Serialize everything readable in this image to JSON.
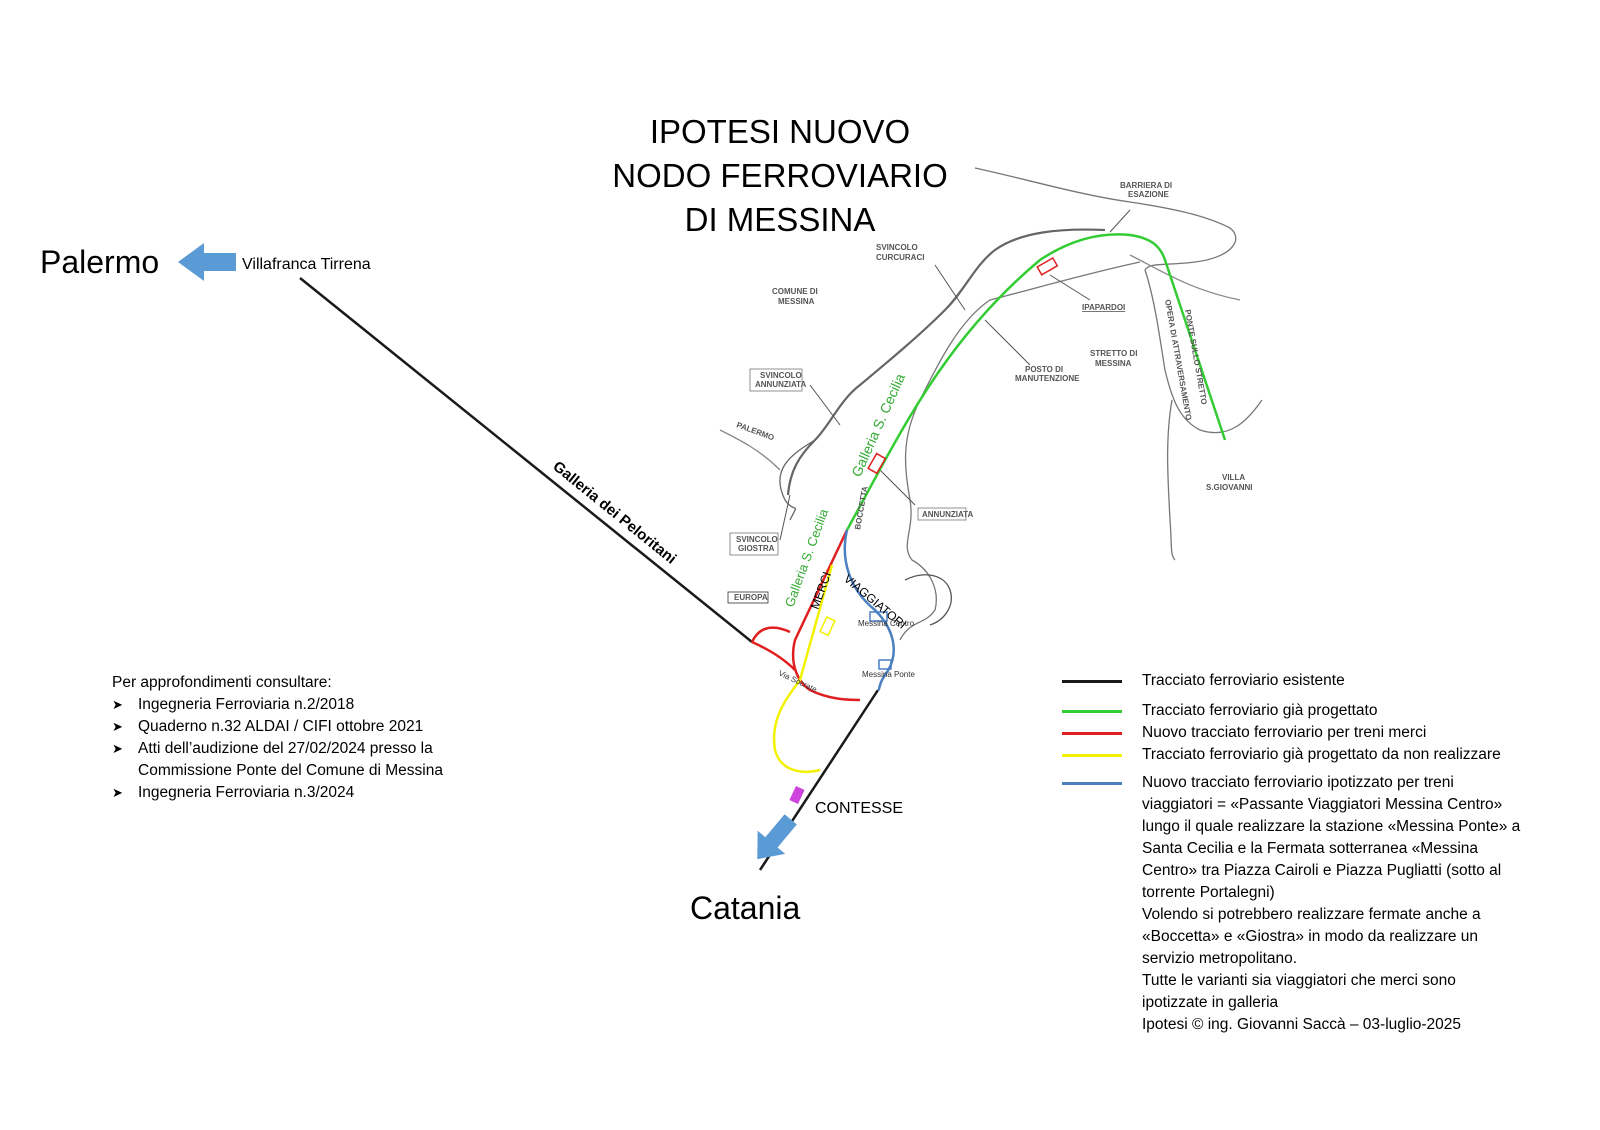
{
  "title": {
    "line1": "IPOTESI NUOVO",
    "line2": "NODO FERROVIARIO",
    "line3": "DI MESSINA"
  },
  "places": {
    "palermo": "Palermo",
    "villafranca": "Villafranca Tirrena",
    "catania": "Catania",
    "contesse": "CONTESSE"
  },
  "track_labels": {
    "galleria_peloritani": "Galleria dei Peloritani",
    "galleria_cecilia_upper": "Galleria S. Cecilia",
    "galleria_cecilia_lower": "Galleria S. Cecilia",
    "merci": "MERCI",
    "viaggiatori": "VIAGGIATORI",
    "messina_centro": "Messina Centro",
    "messina_ponte": "Messina Ponte",
    "via_socrate": "Via Socrate"
  },
  "map_labels": {
    "comune_1": "COMUNE DI",
    "comune_2": "MESSINA",
    "svincolo_curcuraci_1": "SVINCOLO",
    "svincolo_curcuraci_2": "CURCURACI",
    "barriera_1": "BARRIERA DI",
    "barriera_2": "ESAZIONE",
    "ipapardoi": "IPAPARDOI",
    "posto_1": "POSTO DI",
    "posto_2": "MANUTENZIONE",
    "stretto_1": "STRETTO DI",
    "stretto_2": "MESSINA",
    "svincolo_annunziata_1": "SVINCOLO",
    "svincolo_annunziata_2": "ANNUNZIATA",
    "annunziata": "ANNUNZIATA",
    "svincolo_giostra_1": "SVINCOLO",
    "svincolo_giostra_2": "GIOSTRA",
    "europa": "EUROPA",
    "villa_1": "VILLA",
    "villa_2": "S.GIOVANNI",
    "opera_attraversamento": "OPERA DI ATTRAVERSAMENTO",
    "ponte_stretto": "PONTE SULLO STRETTO",
    "palermo_sign": "PALERMO",
    "boccetta_sign": "BOCCETTA"
  },
  "references": {
    "heading": "Per approfondimenti consultare:",
    "items": [
      "Ingegneria Ferroviaria n.2/2018",
      "Quaderno n.32 ALDAI / CIFI ottobre 2021",
      "Atti dell’audizione del 27/02/2024 presso la",
      "Ingegneria Ferroviaria n.3/2024"
    ],
    "item3_cont": "Commissione Ponte del Comune di Messina"
  },
  "legend": {
    "items": [
      {
        "color": "#1a1a1a",
        "text": "Tracciato ferroviario esistente"
      },
      {
        "color": "#33cc33",
        "text": "Tracciato ferroviario già progettato"
      },
      {
        "color": "#e02020",
        "text": "Nuovo tracciato ferroviario per treni merci"
      },
      {
        "color": "#f2f200",
        "text": "Tracciato ferroviario già progettato da non realizzare"
      },
      {
        "color": "#4a7fc0",
        "text": "Nuovo tracciato ferroviario ipotizzato per treni"
      }
    ],
    "blue_cont": [
      "viaggiatori = «Passante Viaggiatori Messina Centro»",
      "lungo il quale realizzare la stazione «Messina Ponte» a",
      "Santa Cecilia e la Fermata sotterranea «Messina",
      "Centro» tra Piazza Cairoli e Piazza Pugliatti (sotto al",
      "torrente Portalegni)"
    ],
    "notes": [
      "Volendo si potrebbero realizzare fermate anche a",
      "«Boccetta» e «Giostra» in modo da realizzare un",
      "servizio metropolitano.",
      "Tutte le varianti sia viaggiatori che merci sono",
      "ipotizzate in galleria",
      "Ipotesi © ing. Giovanni Saccà – 03-luglio-2025"
    ]
  },
  "colors": {
    "existing": "#1a1a1a",
    "designed": "#33cc33",
    "freight": "#e02020",
    "cancelled": "#f2f200",
    "passenger": "#4a7fc0",
    "arrow": "#5b9bd5",
    "station_purple": "#cc44dd"
  },
  "icons": {
    "west_arrow": "arrow-left-icon",
    "south_arrow": "arrow-down-left-icon"
  }
}
